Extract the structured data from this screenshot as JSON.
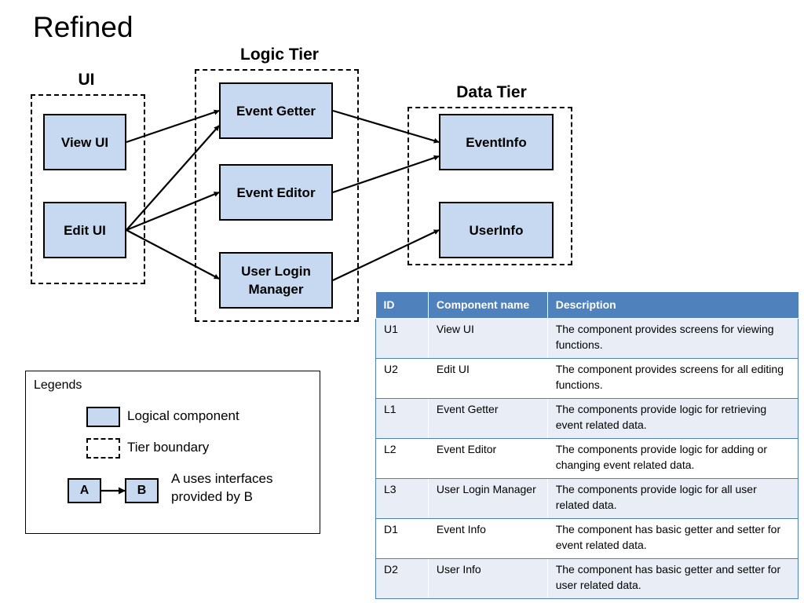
{
  "title": "Refined",
  "tiers": {
    "ui": "UI",
    "logic": "Logic Tier",
    "data": "Data Tier"
  },
  "components": {
    "view_ui": "View UI",
    "edit_ui": "Edit UI",
    "event_getter": "Event Getter",
    "event_editor": "Event Editor",
    "user_login_manager": "User Login\nManager",
    "event_info": "EventInfo",
    "user_info": "UserInfo"
  },
  "legend": {
    "title": "Legends",
    "logical_component": "Logical component",
    "tier_boundary": "Tier boundary",
    "box_a": "A",
    "box_b": "B",
    "uses_line1": "A uses interfaces",
    "uses_line2": "provided by B"
  },
  "table": {
    "headers": [
      "ID",
      "Component name",
      "Description"
    ],
    "rows": [
      {
        "id": "U1",
        "name": "View UI",
        "desc": "The component provides screens for viewing functions."
      },
      {
        "id": "U2",
        "name": "Edit UI",
        "desc": "The component provides screens for all editing functions."
      },
      {
        "id": "L1",
        "name": "Event Getter",
        "desc": "The components provide logic for retrieving event related data."
      },
      {
        "id": "L2",
        "name": "Event Editor",
        "desc": "The components provide logic for adding or changing event related data."
      },
      {
        "id": "L3",
        "name": "User Login Manager",
        "desc": "The components provide logic for all user related data."
      },
      {
        "id": "D1",
        "name": "Event Info",
        "desc": "The component has basic getter and setter for event related data."
      },
      {
        "id": "D2",
        "name": "User Info",
        "desc": "The component has basic getter and setter for user related data."
      }
    ]
  },
  "colors": {
    "component_fill": "#c6d9f1",
    "table_header": "#4f81bd",
    "table_band": "#e9eef6"
  }
}
